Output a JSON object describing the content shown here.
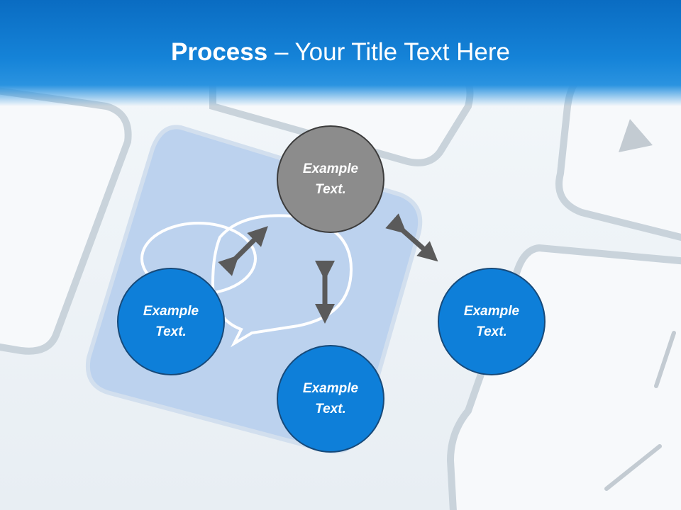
{
  "header": {
    "title_bold": "Process",
    "title_separator": " – ",
    "title_rest": "Your Title Text Here"
  },
  "nodes": [
    {
      "id": "top",
      "label": "Example Text.",
      "color": "#8c8c8c"
    },
    {
      "id": "left",
      "label": "Example Text.",
      "color": "#0e7fd9"
    },
    {
      "id": "bottom",
      "label": "Example Text.",
      "color": "#0e7fd9"
    },
    {
      "id": "right",
      "label": "Example Text.",
      "color": "#0e7fd9"
    }
  ],
  "colors": {
    "header_blue": "#0a6cc2",
    "node_blue": "#0e7fd9",
    "node_gray": "#8c8c8c",
    "arrow": "#5a5a5a"
  }
}
